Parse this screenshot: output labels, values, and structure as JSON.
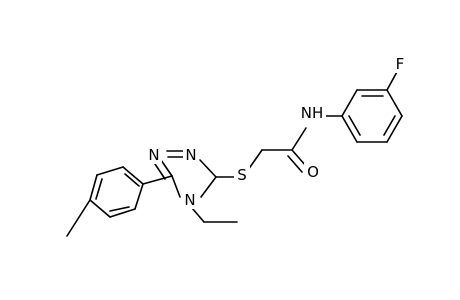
{
  "molecule": {
    "atoms": {
      "N1": "N",
      "N2": "N",
      "N4": "N",
      "S": "S",
      "O": "O",
      "NH": "NH",
      "F": "F"
    }
  }
}
